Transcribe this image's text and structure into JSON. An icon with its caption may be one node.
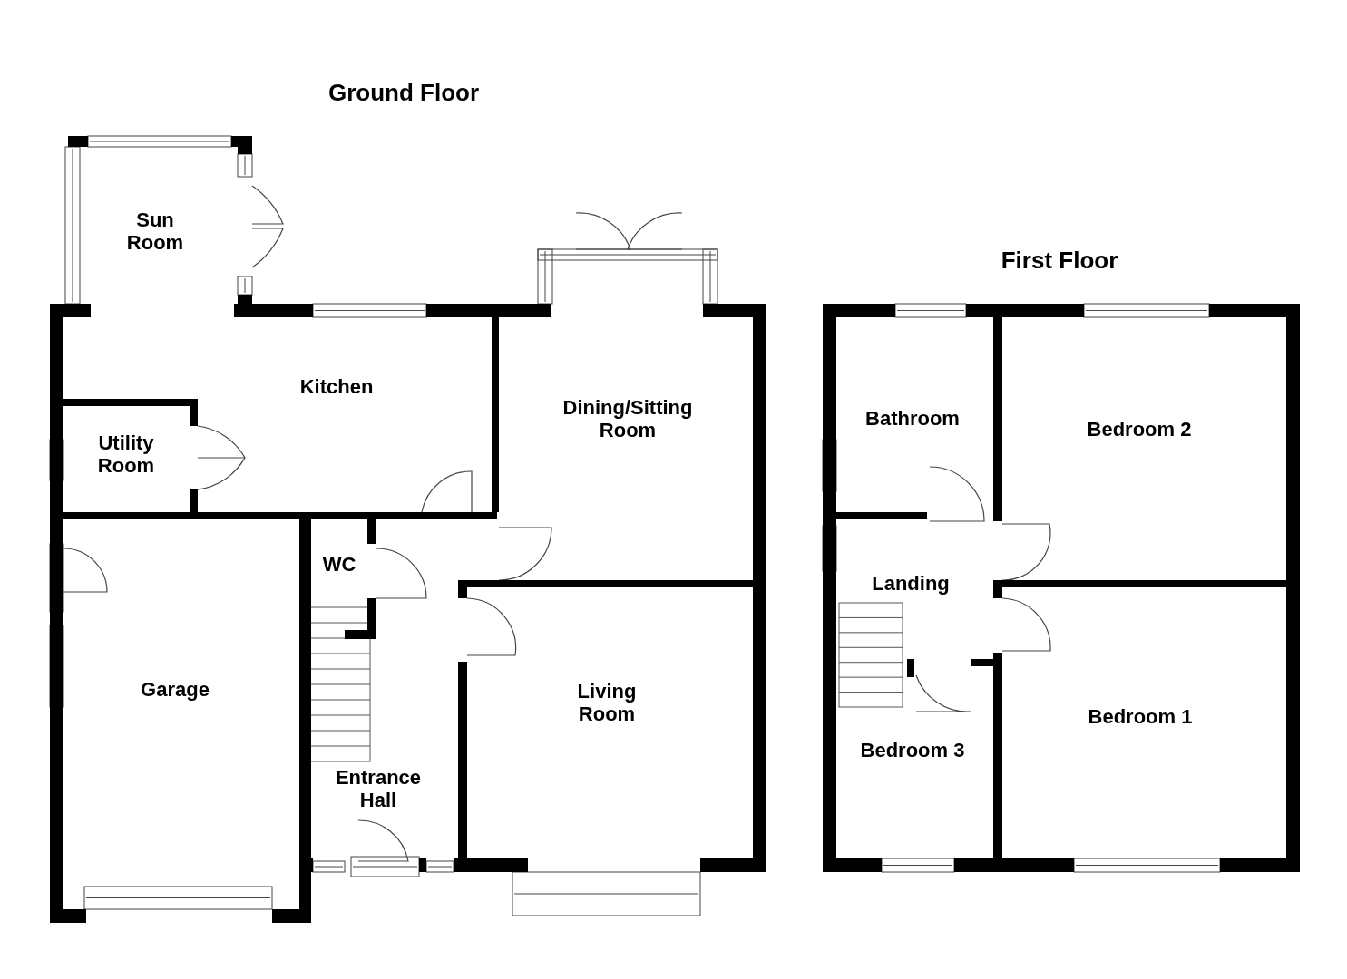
{
  "diagram": {
    "nodes": [
      {
        "text": [
          "Sun Room"
        ]
      },
      {
        "text": [
          "Kitchen"
        ]
      },
      {
        "text": [
          "Dining/Sitting Room"
        ]
      },
      {
        "text": [
          "Utility Room"
        ]
      },
      {
        "text": [
          "WC"
        ]
      },
      {
        "text": [
          "Garage"
        ]
      },
      {
        "text": [
          "Living Room"
        ]
      },
      {
        "text": [
          "Entrance Hall"
        ]
      },
      {
        "text": [
          "Bathroom"
        ]
      },
      {
        "text": [
          "Bedroom 2"
        ]
      },
      {
        "text": [
          "Landing"
        ]
      },
      {
        "text": [
          "Bedroom 1"
        ]
      },
      {
        "text": [
          "Bedroom 3"
        ]
      }
    ],
    "edges": [],
    "labels": [
      "Ground Floor",
      "First Floor"
    ]
  }
}
